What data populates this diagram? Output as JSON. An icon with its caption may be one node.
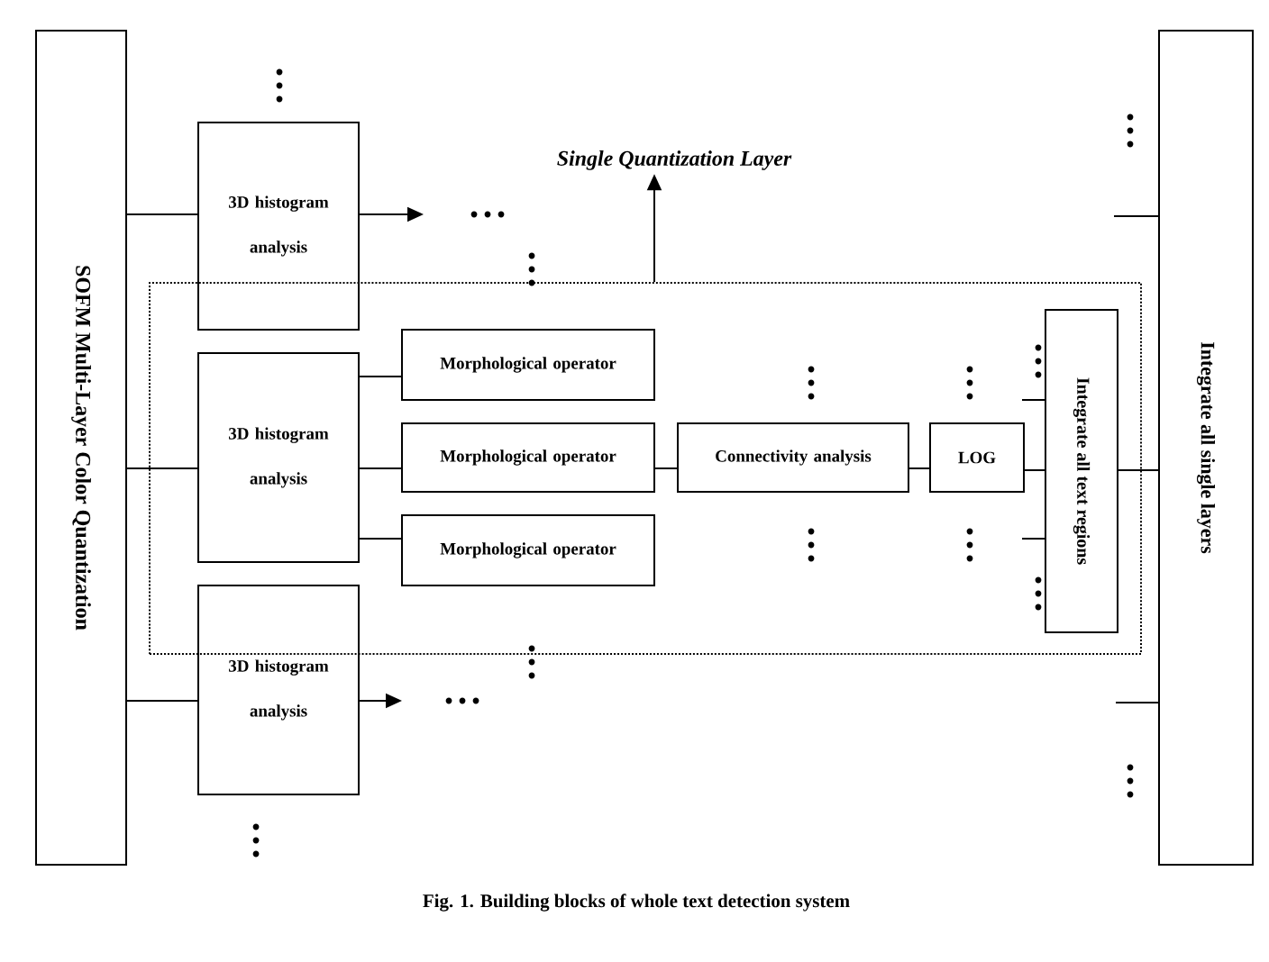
{
  "diagram": {
    "caption": "Fig. 1. Building blocks of whole text detection system",
    "nodes": [
      {
        "text": [
          "SOFM Multi-Layer Color Quantization"
        ]
      },
      {
        "text": [
          "3D histogram analysis"
        ]
      },
      {
        "text": [
          "Single Quantization Layer"
        ]
      },
      {
        "text": [],
        "shape": "box"
      },
      {
        "text": [
          "3D histogram analysis"
        ],
        "in": 3
      },
      {
        "text": [
          "Morphological operator"
        ],
        "in": 3
      },
      {
        "text": [
          "Morphological operator"
        ],
        "in": 3
      },
      {
        "text": [
          "Connectivity analysis"
        ],
        "in": 3
      },
      {
        "text": [
          "LOG"
        ],
        "in": 3
      },
      {
        "text": [
          "Morphological operator"
        ],
        "in": 3
      },
      {
        "text": [
          "Integrate all text regions"
        ],
        "in": 3
      },
      {
        "text": [
          "3D histogram analysis"
        ]
      },
      {
        "text": [
          "Integrate all single layers"
        ]
      }
    ],
    "edges": [
      {
        "from": 0,
        "to": 1,
        "arrow": "none"
      },
      {
        "from": 1,
        "to": null,
        "arrow": "to"
      },
      {
        "from": 3,
        "to": 2,
        "arrow": "to"
      },
      {
        "from": 0,
        "to": 4,
        "arrow": "none"
      },
      {
        "from": 4,
        "to": 5,
        "arrow": "none"
      },
      {
        "from": 4,
        "to": 6,
        "arrow": "none"
      },
      {
        "from": 4,
        "to": 9,
        "arrow": "none"
      },
      {
        "from": 6,
        "to": 7,
        "arrow": "none"
      },
      {
        "from": 7,
        "to": 8,
        "arrow": "none"
      },
      {
        "from": 8,
        "to": 10,
        "arrow": "none"
      },
      {
        "from": null,
        "to": 10,
        "arrow": "none"
      },
      {
        "from": null,
        "to": 10,
        "arrow": "none"
      },
      {
        "from": 10,
        "to": 12,
        "arrow": "none"
      },
      {
        "from": null,
        "to": 12,
        "arrow": "none"
      },
      {
        "from": null,
        "to": 12,
        "arrow": "none"
      },
      {
        "from": 0,
        "to": 11,
        "arrow": "none"
      },
      {
        "from": 11,
        "to": null,
        "arrow": "to"
      }
    ]
  }
}
